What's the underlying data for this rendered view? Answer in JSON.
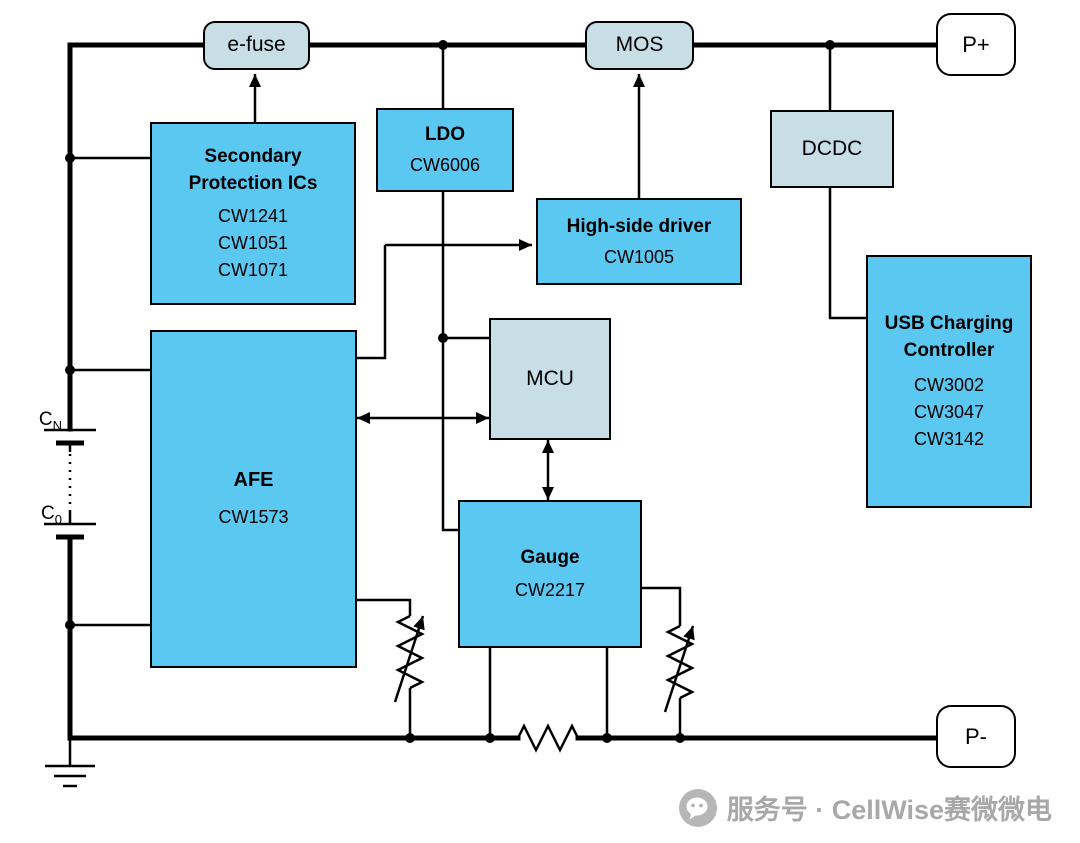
{
  "diagram": {
    "nodes": {
      "efuse": {
        "label": "e-fuse"
      },
      "mos": {
        "label": "MOS"
      },
      "p_plus": {
        "label": "P+"
      },
      "p_minus": {
        "label": "P-"
      },
      "dcdc": {
        "label": "DCDC"
      },
      "mcu": {
        "label": "MCU"
      },
      "secondary_protection": {
        "title": "Secondary Protection ICs",
        "parts": [
          "CW1241",
          "CW1051",
          "CW1071"
        ]
      },
      "ldo": {
        "title": "LDO",
        "part": "CW6006"
      },
      "high_side_driver": {
        "title": "High-side driver",
        "part": "CW1005"
      },
      "afe": {
        "title": "AFE",
        "part": "CW1573"
      },
      "gauge": {
        "title": "Gauge",
        "part": "CW2217"
      },
      "usb_charging": {
        "title": "USB Charging Controller",
        "parts": [
          "CW3002",
          "CW3047",
          "CW3142"
        ]
      }
    },
    "battery": {
      "top": {
        "letter": "C",
        "sub": "N"
      },
      "bottom": {
        "letter": "C",
        "sub": "0"
      }
    },
    "colors": {
      "device_blue": "#5bc8f2",
      "module_gray": "#c7dee6",
      "wire": "#000000",
      "background": "#ffffff",
      "watermark": "#a8a8a8"
    },
    "watermark": {
      "text": "服务号 · CellWise赛微微电"
    }
  }
}
